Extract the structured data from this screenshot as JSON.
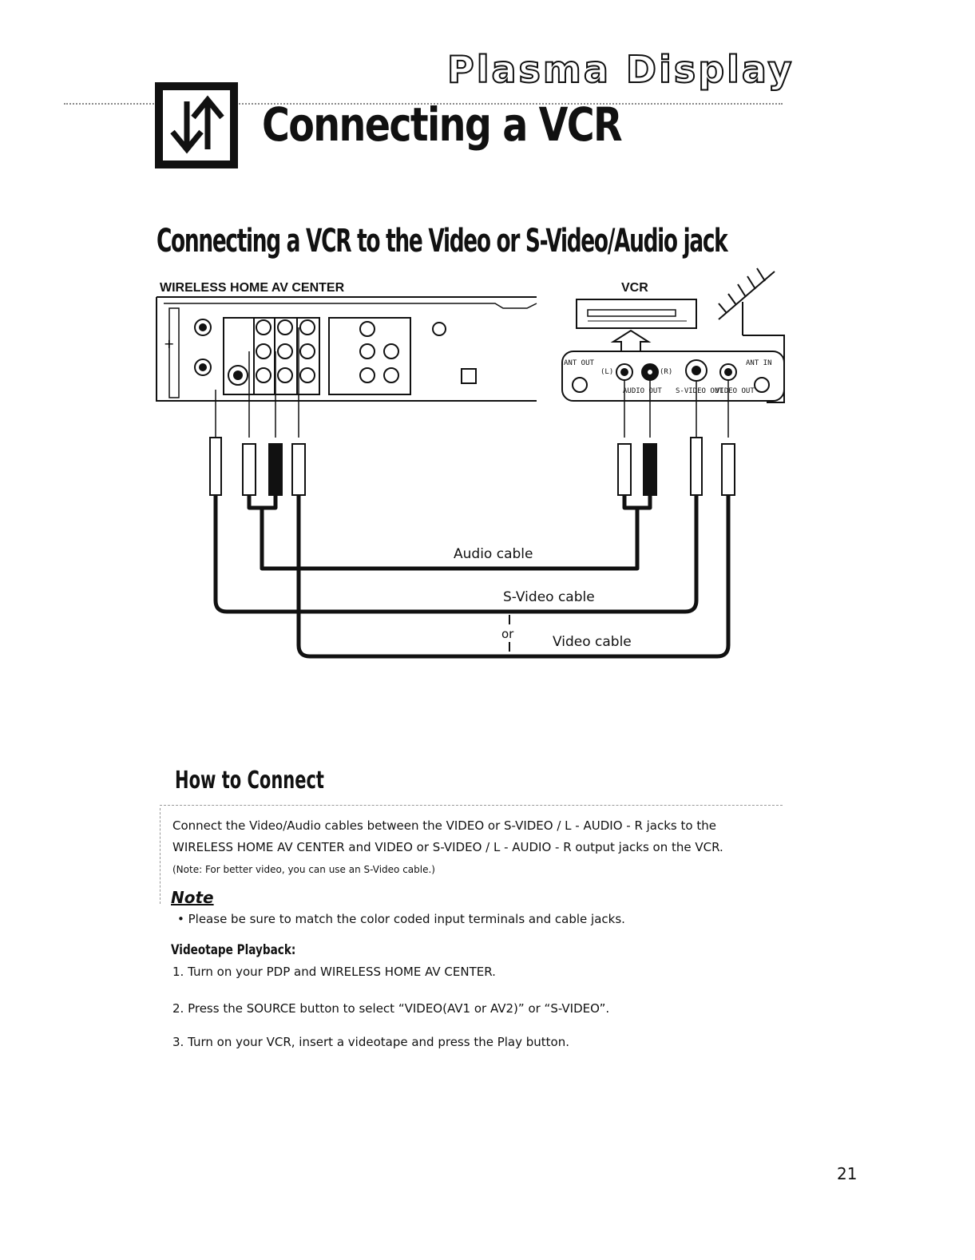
{
  "header": {
    "brand": "Plasma Display",
    "title": "Connecting a VCR",
    "icon": "connection-arrows-icon"
  },
  "section": {
    "title": "Connecting a VCR to the Video or S-Video/Audio jack"
  },
  "diagram": {
    "left_device": "WIRELESS HOME AV CENTER",
    "right_device": "VCR",
    "vcr_jack_labels": [
      "ANT OUT",
      "(L)",
      "(R)",
      "AUDIO OUT",
      "S-VIDEO OUT",
      "VIDEO OUT",
      "ANT IN"
    ],
    "cables": {
      "audio": "Audio cable",
      "svideo": "S-Video cable",
      "or": "or",
      "video": "Video cable"
    }
  },
  "howto": {
    "title": "How to Connect",
    "line1": "Connect the Video/Audio cables between the VIDEO or S-VIDEO / L - AUDIO - R jacks to the",
    "line2": "WIRELESS HOME AV CENTER and VIDEO or S-VIDEO / L - AUDIO - R output jacks on the VCR.",
    "line3": "(Note: For better video, you can use an S-Video cable.)"
  },
  "note": {
    "heading": "Note",
    "bullet": "•  Please be sure to match the color coded input terminals and cable jacks."
  },
  "playback": {
    "heading": "Videotape Playback:",
    "steps": [
      "1.  Turn on your PDP and WIRELESS HOME AV CENTER.",
      "2.  Press the SOURCE button to select “VIDEO(AV1 or AV2)” or “S-VIDEO”.",
      "3.  Turn on your VCR, insert a videotape and press the Play button."
    ]
  },
  "page_number": "21"
}
